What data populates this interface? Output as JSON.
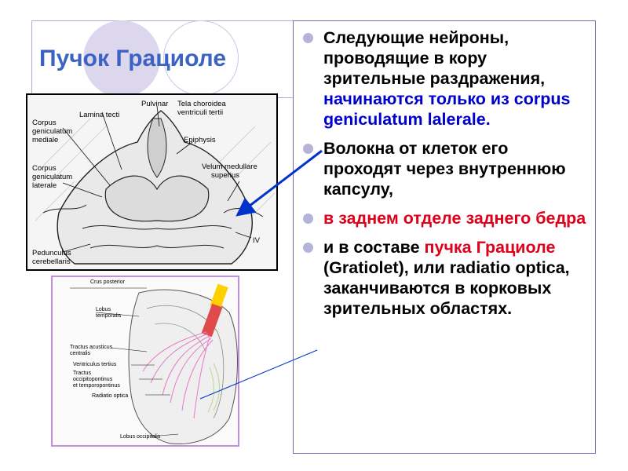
{
  "slide": {
    "title": "Пучок Грациоле",
    "accent_color": "#3c63c4",
    "bullets": [
      {
        "segments": [
          {
            "text": "Следующие нейроны, проводящие в кору зрительные раздражения, ",
            "color": "black"
          },
          {
            "text": "начинаются только из corpus geniculatum lalerale.",
            "color": "blue"
          }
        ]
      },
      {
        "segments": [
          {
            "text": " Волокна от клеток его проходят через внутреннюю капсулу,",
            "color": "black"
          }
        ]
      },
      {
        "segments": [
          {
            "text": "в заднем отделе заднего бедра",
            "color": "red"
          }
        ]
      },
      {
        "segments": [
          {
            "text": "и в составе ",
            "color": "black"
          },
          {
            "text": "пучка Грациоле",
            "color": "red"
          },
          {
            "text": " (Gratiolet), или radiatio optica, заканчиваются в корковых зрительных областях.",
            "color": "black"
          }
        ]
      }
    ]
  },
  "figure_top": {
    "labels": {
      "lamina_tecti": "Lamina tecti",
      "pulvinar": "Pulvinar",
      "tela": "Tela choroidea",
      "tela2": "ventriculi tertii",
      "epiphysis": "Epiphysis",
      "cgm1": "Corpus",
      "cgm2": "geniculatum",
      "cgm3": "mediale",
      "cgl1": "Corpus",
      "cgl2": "geniculatum",
      "cgl3": "laterale",
      "velum1": "Velum medullare",
      "velum2": "superius",
      "iv": "IV",
      "ped1": "Pedunculus",
      "ped2": "cerebellaris"
    }
  },
  "figure_bottom": {
    "labels": {
      "crus": "Crus posterior",
      "lobus_t1": "Lobus",
      "lobus_t2": "temporalis",
      "tract_ac1": "Tractus acusticus",
      "tract_ac2": "centralis",
      "ventr": "Ventriculus tertius",
      "tract_oc1": "Tractus",
      "tract_oc2": "occipitopontinus",
      "tract_oc3": "et temporopontinus",
      "radiatio": "Radiatio optica",
      "lobus_o": "Lobus occipitalis"
    }
  }
}
